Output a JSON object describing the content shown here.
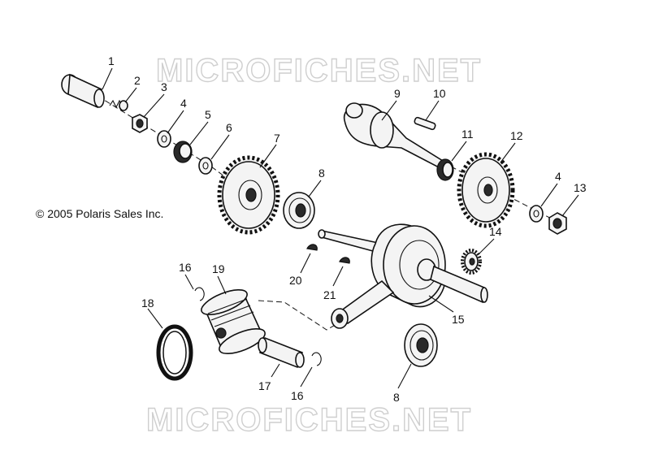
{
  "watermark": {
    "top": "MICROFICHES.NET",
    "bottom": "MICROFICHES.NET"
  },
  "copyright": "© 2005 Polaris Sales Inc.",
  "callouts": {
    "c1": "1",
    "c2": "2",
    "c3": "3",
    "c4a": "4",
    "c5": "5",
    "c6": "6",
    "c7": "7",
    "c8a": "8",
    "c9": "9",
    "c10": "10",
    "c11": "11",
    "c12": "12",
    "c4b": "4",
    "c13": "13",
    "c14": "14",
    "c15": "15",
    "c16a": "16",
    "c19": "19",
    "c18": "18",
    "c20": "20",
    "c21": "21",
    "c17": "17",
    "c16b": "16",
    "c8b": "8"
  }
}
